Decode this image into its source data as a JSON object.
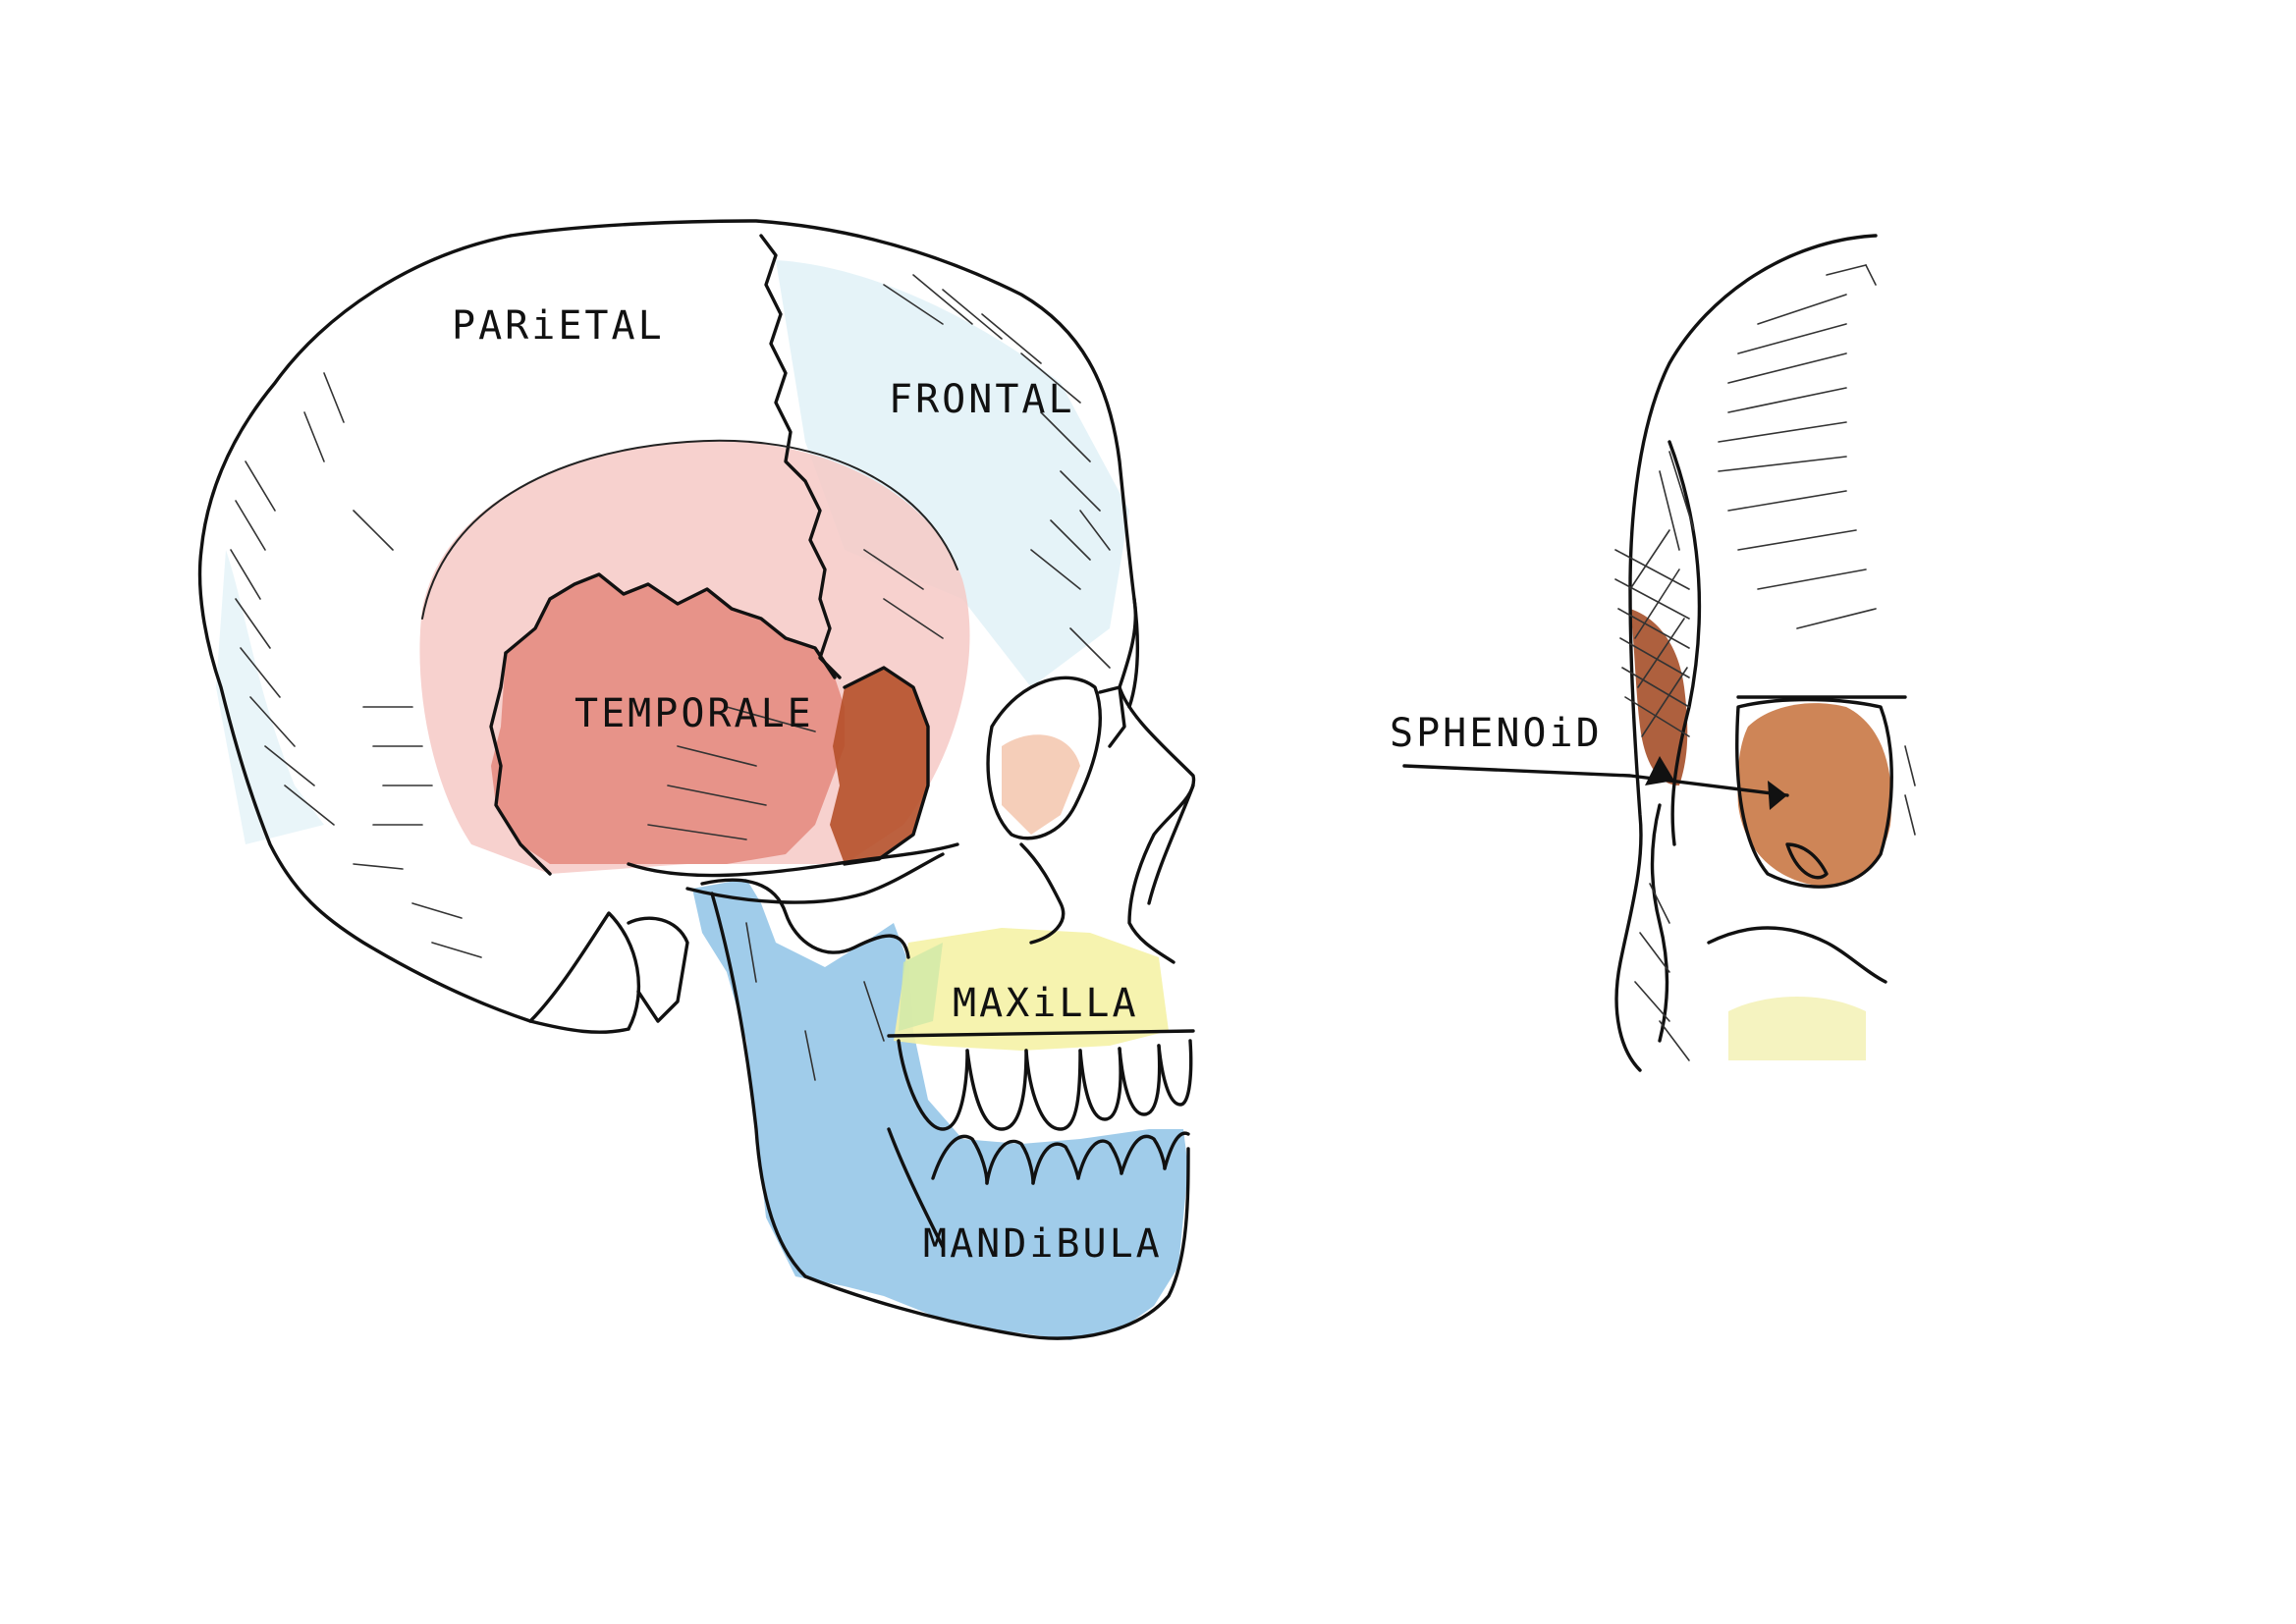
{
  "labels": {
    "parietal": "PARiETAL",
    "frontal": "FRONTAL",
    "temporal": "TEMPORALE",
    "maxilla": "MAXiLLA",
    "mandibula": "MANDiBULA",
    "sphenoid": "SPHENOiD"
  },
  "colors": {
    "ink": "#111111",
    "temporal_pink": "#f2b2b2",
    "temporal_red": "#e07a6e",
    "sphenoid_brown": "#b5502a",
    "mandible_blue": "#6fb0dc",
    "maxilla_yellow": "#f3f0a0",
    "frontal_tint": "#dff0f6"
  }
}
